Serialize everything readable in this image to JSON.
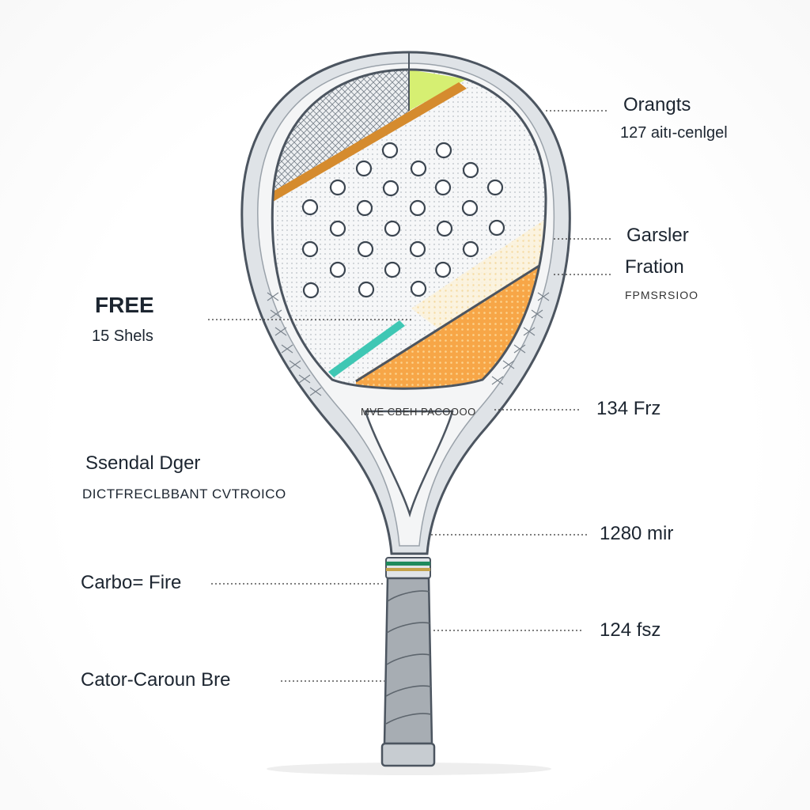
{
  "labels": {
    "top_right_title": "Orangts",
    "top_right_sub": "127 aitı-cenlgel",
    "mid_right_title1": "Garsler",
    "mid_right_title2": "Fration",
    "mid_right_sub": "FPMSRSIOO",
    "left_title": "FREE",
    "left_sub": "15 Shels",
    "right_dim1": "134 Frz",
    "left_mid_title": "Ssendal Dger",
    "left_mid_sub": "DICTFRECLBBANT CVTROICO",
    "right_dim2": "1280 mir",
    "left_low1": "Carbo= Fire",
    "right_dim3": "124 fsz",
    "left_low2": "Cator-Caroun Bre",
    "throat_text": "MVE CBEH PACOOOO"
  },
  "colors": {
    "frame": "#d7dbe0",
    "frame_outline": "#4c5560",
    "orange": "#f5a14a",
    "lime": "#d6ef72",
    "teal": "#3fc7b4",
    "grip": "#9ea4aa",
    "grip_band": "#1f8a5c",
    "hole": "#ffffff",
    "hole_outline": "#3b4550"
  },
  "icons": [
    "padel-racket-illustration"
  ]
}
